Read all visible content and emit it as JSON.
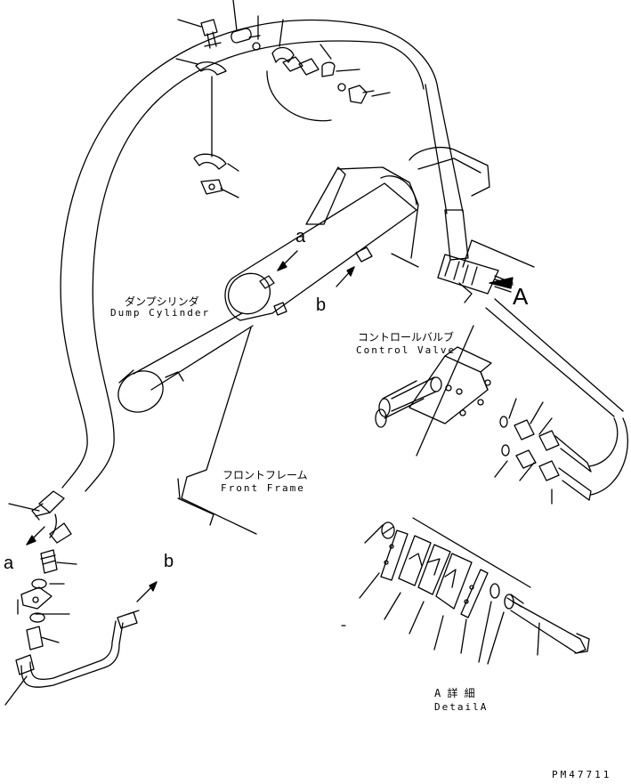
{
  "drawing_code": "PM47711",
  "labels": {
    "dump_cylinder_jp": "ダンプシリンダ",
    "dump_cylinder_en": "Dump Cylinder",
    "control_valve_jp": "コントロールバルブ",
    "control_valve_en": "Control Valve",
    "front_frame_jp": "フロントフレーム",
    "front_frame_en": "Front Frame",
    "detail_jp": "A 詳 細",
    "detail_en": "DetailA"
  },
  "refs": {
    "a_upper": "a",
    "b_upper": "b",
    "a_lower": "a",
    "b_lower": "b",
    "view_a": "A"
  },
  "colors": {
    "ink": "#000000",
    "paper": "#ffffff"
  }
}
